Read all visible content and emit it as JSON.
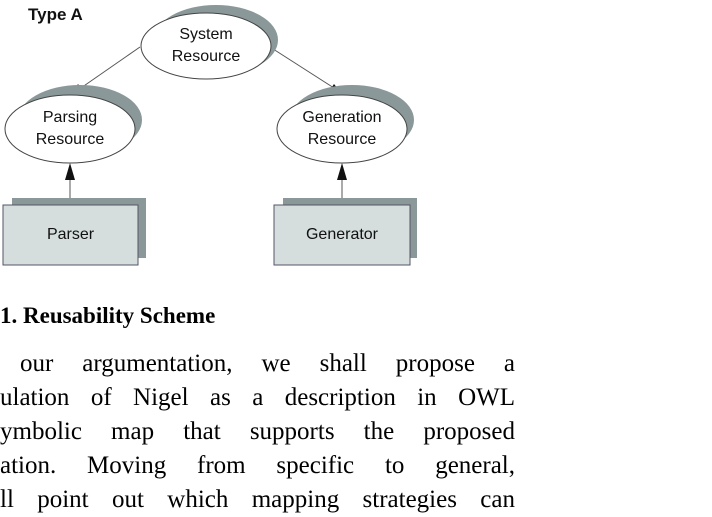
{
  "diagram": {
    "type_label": "Type A",
    "nodes": {
      "system": [
        "System",
        "Resource"
      ],
      "parsing": [
        "Parsing",
        "Resource"
      ],
      "generation": [
        "Generation",
        "Resource"
      ],
      "parser": "Parser",
      "generator": "Generator"
    }
  },
  "caption": "1. Reusability Scheme",
  "paragraph": [
    "our argumentation, we shall propose a",
    "ulation of Nigel as a description in OWL",
    "ymbolic map that supports the proposed",
    "ation. Moving from specific to general,",
    "ll point out which mapping strategies can"
  ]
}
